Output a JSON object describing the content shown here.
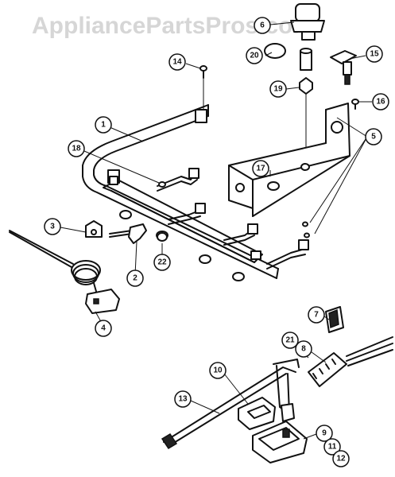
{
  "watermark": "AppliancePartsPros.com",
  "callouts": [
    {
      "id": "c1",
      "label": "1"
    },
    {
      "id": "c2",
      "label": "2"
    },
    {
      "id": "c3",
      "label": "3"
    },
    {
      "id": "c4",
      "label": "4"
    },
    {
      "id": "c5",
      "label": "5"
    },
    {
      "id": "c6",
      "label": "6"
    },
    {
      "id": "c7",
      "label": "7"
    },
    {
      "id": "c8",
      "label": "8"
    },
    {
      "id": "c9",
      "label": "9"
    },
    {
      "id": "c10",
      "label": "10"
    },
    {
      "id": "c11",
      "label": "11"
    },
    {
      "id": "c12",
      "label": "12"
    },
    {
      "id": "c13",
      "label": "13"
    },
    {
      "id": "c14",
      "label": "14"
    },
    {
      "id": "c15",
      "label": "15"
    },
    {
      "id": "c16",
      "label": "16"
    },
    {
      "id": "c17",
      "label": "17"
    },
    {
      "id": "c18",
      "label": "18"
    },
    {
      "id": "c19",
      "label": "19"
    },
    {
      "id": "c20",
      "label": "20"
    },
    {
      "id": "c21",
      "label": "21"
    },
    {
      "id": "c22",
      "label": "22"
    }
  ]
}
